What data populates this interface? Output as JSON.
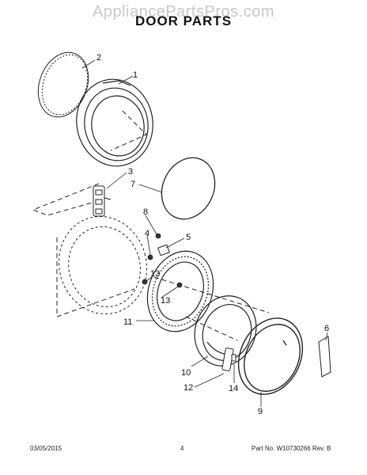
{
  "watermark": "AppliancePartsPros.com",
  "title": "DOOR PARTS",
  "callouts": {
    "c1": "1",
    "c2": "2",
    "c3": "3",
    "c4": "4",
    "c5": "5",
    "c6": "6",
    "c7": "7",
    "c8": "8",
    "c9": "9",
    "c10": "10",
    "c11": "11",
    "c12": "12",
    "c13a": "13",
    "c13b": "13",
    "c14": "14"
  },
  "footer": {
    "date": "03/05/2015",
    "page": "4",
    "part_rev": "Part No. W10730266  Rev. B"
  }
}
